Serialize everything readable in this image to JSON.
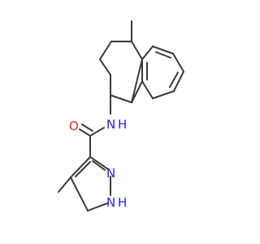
{
  "colors": {
    "bond": "#3a3a3a",
    "oxygen": "#e8211c",
    "nitrogen": "#2020ff",
    "background": "#ffffff"
  },
  "atoms": {
    "oxygen": "O",
    "amide_nitrogen": "N",
    "amide_hydrogen": "H",
    "ring_nitrogen": "N",
    "nh_nitrogen": "N",
    "nh_hydrogen": "H"
  }
}
